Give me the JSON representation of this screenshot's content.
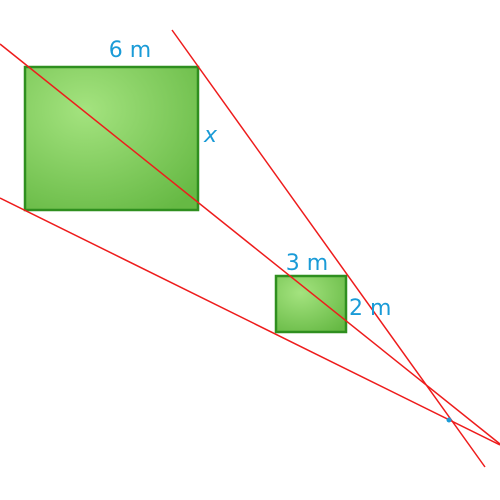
{
  "diagram": {
    "large_rectangle": {
      "top_label": "6 m",
      "side_label": "x"
    },
    "small_rectangle": {
      "top_label": "3 m",
      "side_label": "2 m"
    }
  },
  "colors": {
    "rectangle_fill": "#7acc4f",
    "rectangle_stroke": "#2f8f1f",
    "lines": "#ee1c1c",
    "labels": "#1a9bd7",
    "intersection_point": "#1a9bd7"
  }
}
